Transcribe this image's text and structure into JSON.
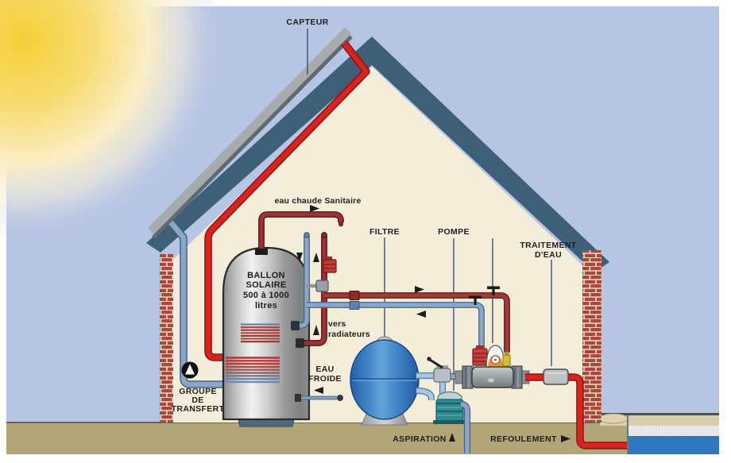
{
  "diagram": {
    "title_labels": {
      "capteur": "CAPTEUR",
      "eau_chaude_sanitaire": "eau chaude Sanitaire",
      "filtre": "FILTRE",
      "pompe": "POMPE",
      "traitement_eau": [
        "TRAITEMENT",
        "D'EAU"
      ],
      "vers_radiateurs": [
        "vers",
        "radiateurs"
      ],
      "eau_froide": [
        "EAU",
        "FROIDE"
      ],
      "groupe_transfert": [
        "GROUPE",
        "DE",
        "TRANSFERT"
      ],
      "aspiration": "ASPIRATION",
      "refoulement": "REFOULEMENT",
      "ballon": [
        "BALLON",
        "SOLAIRE",
        "500 à 1000",
        "litres"
      ]
    },
    "colors": {
      "sky": "#b7c5e5",
      "sun": "#f6cf36",
      "roof": "#3d5f78",
      "solar_panel": "#a6abae",
      "wall_interior": "#f3edda",
      "brick": "#ad463e",
      "mortar": "#e9dcc4",
      "ground": "#b2a577",
      "pool_water": "#2f78c0",
      "pool_coping": "#d8cead",
      "pipe_hot_red": "#d7241e",
      "pipe_warm_maroon": "#9c3136",
      "pipe_cold_blue": "#8ca6c6",
      "pipe_light_blue": "#a9c6e2",
      "tank_base": "#4c6b7c",
      "filter_blue": "#3f83c4",
      "pump_teal": "#2f8a8f",
      "text": "#1f1f1f"
    }
  }
}
